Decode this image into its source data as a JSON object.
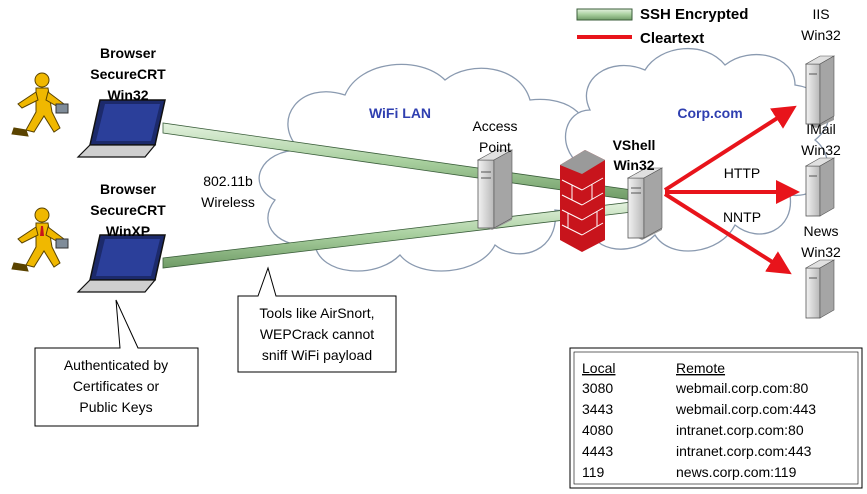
{
  "legend": {
    "ssh": "SSH Encrypted",
    "clear": "Cleartext"
  },
  "clients": [
    {
      "lines": [
        "Browser",
        "SecureCRT",
        "Win32"
      ]
    },
    {
      "lines": [
        "Browser",
        "SecureCRT",
        "WinXP"
      ]
    }
  ],
  "wireless": [
    "802.11b",
    "Wireless"
  ],
  "clouds": {
    "wifi": "WiFi LAN",
    "corp": "Corp.com"
  },
  "access_point": [
    "Access",
    "Point"
  ],
  "vshell": [
    "VShell",
    "Win32"
  ],
  "protocols": {
    "http": "HTTP",
    "nntp": "NNTP"
  },
  "servers": [
    {
      "lines": [
        "IIS",
        "Win32"
      ]
    },
    {
      "lines": [
        "IMail",
        "Win32"
      ]
    },
    {
      "lines": [
        "News",
        "Win32"
      ]
    }
  ],
  "callouts": {
    "sniff": [
      "Tools like AirSnort,",
      "WEPCrack cannot",
      "sniff WiFi payload"
    ],
    "auth": [
      "Authenticated by",
      "Certificates or",
      "Public Keys"
    ]
  },
  "port_table": {
    "headers": [
      "Local",
      "Remote"
    ],
    "rows": [
      [
        "3080",
        "webmail.corp.com:80"
      ],
      [
        "3443",
        "webmail.corp.com:443"
      ],
      [
        "4080",
        "intranet.corp.com:80"
      ],
      [
        "4443",
        "intranet.corp.com:443"
      ],
      [
        "119",
        "news.corp.com:119"
      ]
    ]
  },
  "colors": {
    "ssh_fill": "#b7d8b0",
    "ssh_stroke": "#3b5e3b",
    "cleartext": "#e8141b",
    "cloud_stroke": "#8a9ab0",
    "cloud_title": "#2f3fb0",
    "firewall": "#c8141c"
  }
}
